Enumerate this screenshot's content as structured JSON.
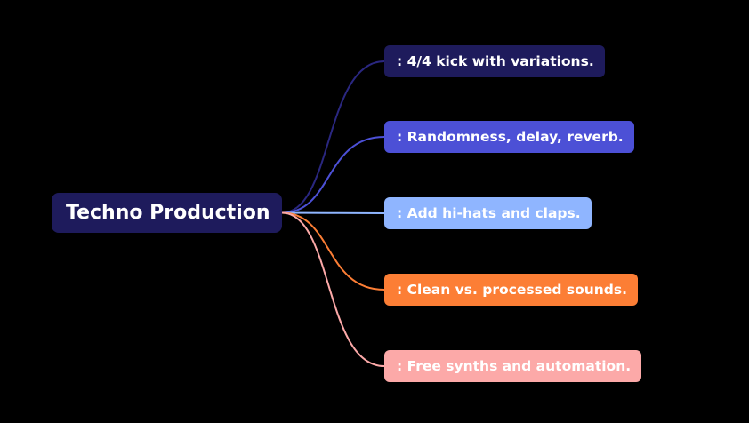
{
  "mindmap": {
    "root": {
      "label": "Techno Production",
      "color": "#1e1b5c"
    },
    "children": [
      {
        "label": ": 4/4 kick with variations.",
        "color": "#1e1b5c"
      },
      {
        "label": ": Randomness, delay, reverb.",
        "color": "#4c50d6"
      },
      {
        "label": ": Add hi-hats and claps.",
        "color": "#8fb5ff"
      },
      {
        "label": ": Clean vs. processed sounds.",
        "color": "#fc7e35"
      },
      {
        "label": ": Free synths and automation.",
        "color": "#fca9a8"
      }
    ]
  }
}
